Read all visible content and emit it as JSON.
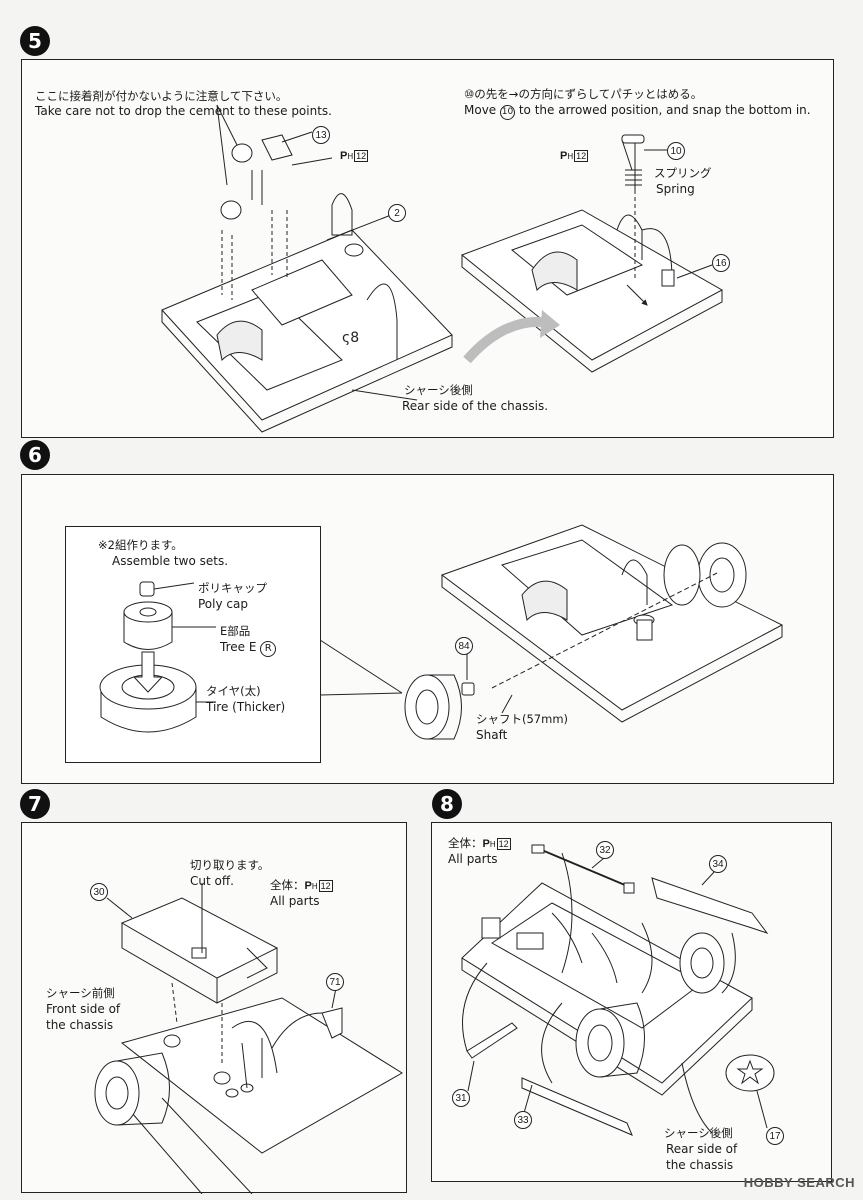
{
  "steps": {
    "s5": {
      "num": "5",
      "note_jp": "ここに接着剤が付かないように注意して下さい。",
      "note_en": "Take care not to drop the cement to these points.",
      "move_jp": "⑩の先を→の方向にずらしてパチッとはめる。",
      "move_en_pre": "Move",
      "move_en_num": "10",
      "move_en_post": "to the arrowed position, and snap the bottom in.",
      "spring_jp": "スプリング",
      "spring_en": "Spring",
      "rear_jp": "シャーシ後側",
      "rear_en": "Rear side of the chassis.",
      "parts": [
        "13",
        "2",
        "10",
        "16"
      ],
      "ph_label": "P",
      "ph_sub": "H",
      "ph_num": "12"
    },
    "s6": {
      "num": "6",
      "sets_jp": "※2組作ります。",
      "sets_en": "Assemble two sets.",
      "polycap_jp": "ポリキャップ",
      "polycap_en": "Poly cap",
      "tree_jp": "E部品",
      "tree_en": "Tree E",
      "tree_mark": "R",
      "tire_jp": "タイヤ(太)",
      "tire_en": "Tire (Thicker)",
      "shaft_jp": "シャフト(57mm)",
      "shaft_en": "Shaft",
      "part": "84"
    },
    "s7": {
      "num": "7",
      "cut_jp": "切り取ります。",
      "cut_en": "Cut off.",
      "all_jp": "全体：",
      "all_en": "All parts",
      "front_jp": "シャーシ前側",
      "front_en1": "Front side of",
      "front_en2": "the chassis",
      "parts": [
        "30",
        "71"
      ],
      "ph_label": "P",
      "ph_sub": "H",
      "ph_num": "12"
    },
    "s8": {
      "num": "8",
      "all_jp": "全体：",
      "all_en": "All parts",
      "rear_jp": "シャーシ後側",
      "rear_en1": "Rear side of",
      "rear_en2": "the chassis",
      "parts": [
        "32",
        "34",
        "31",
        "33",
        "17"
      ],
      "ph_label": "P",
      "ph_sub": "H",
      "ph_num": "12"
    }
  },
  "watermark": "HOBBY SEARCH"
}
